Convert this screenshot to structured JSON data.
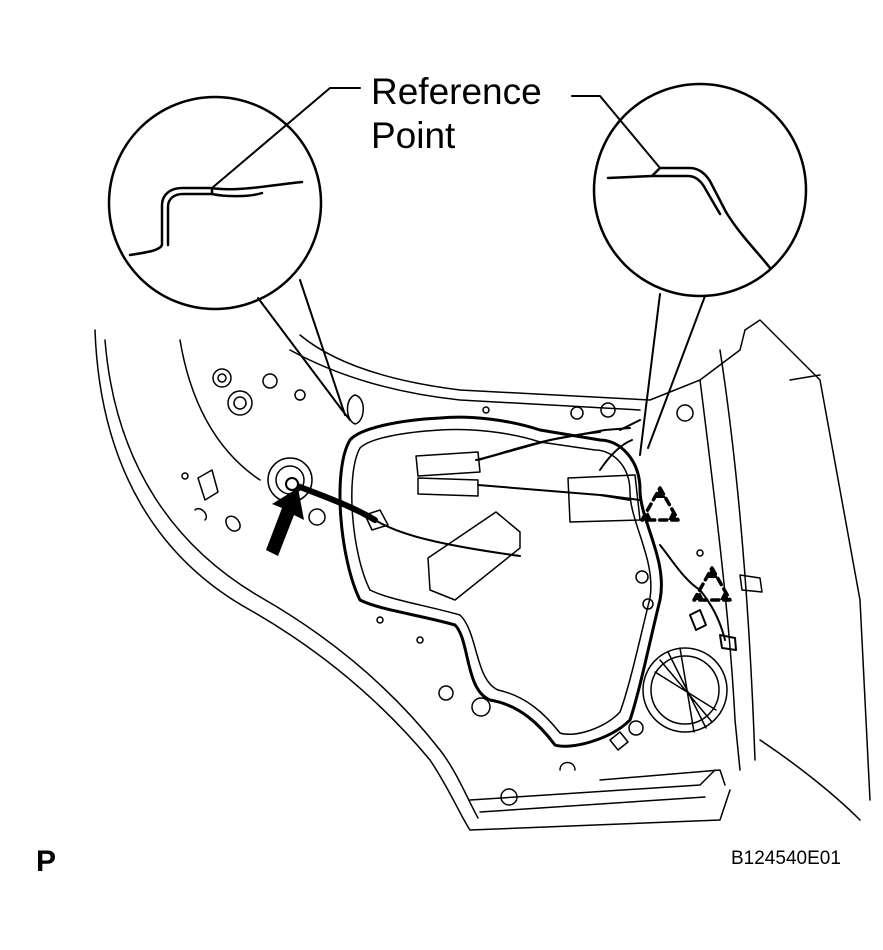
{
  "callout": {
    "line1": "Reference",
    "line2": "Point"
  },
  "page_mark": "P",
  "figure_id": "B124540E01",
  "symbols": [
    "arrow-icon",
    "triangle-clip-marker-icon"
  ]
}
